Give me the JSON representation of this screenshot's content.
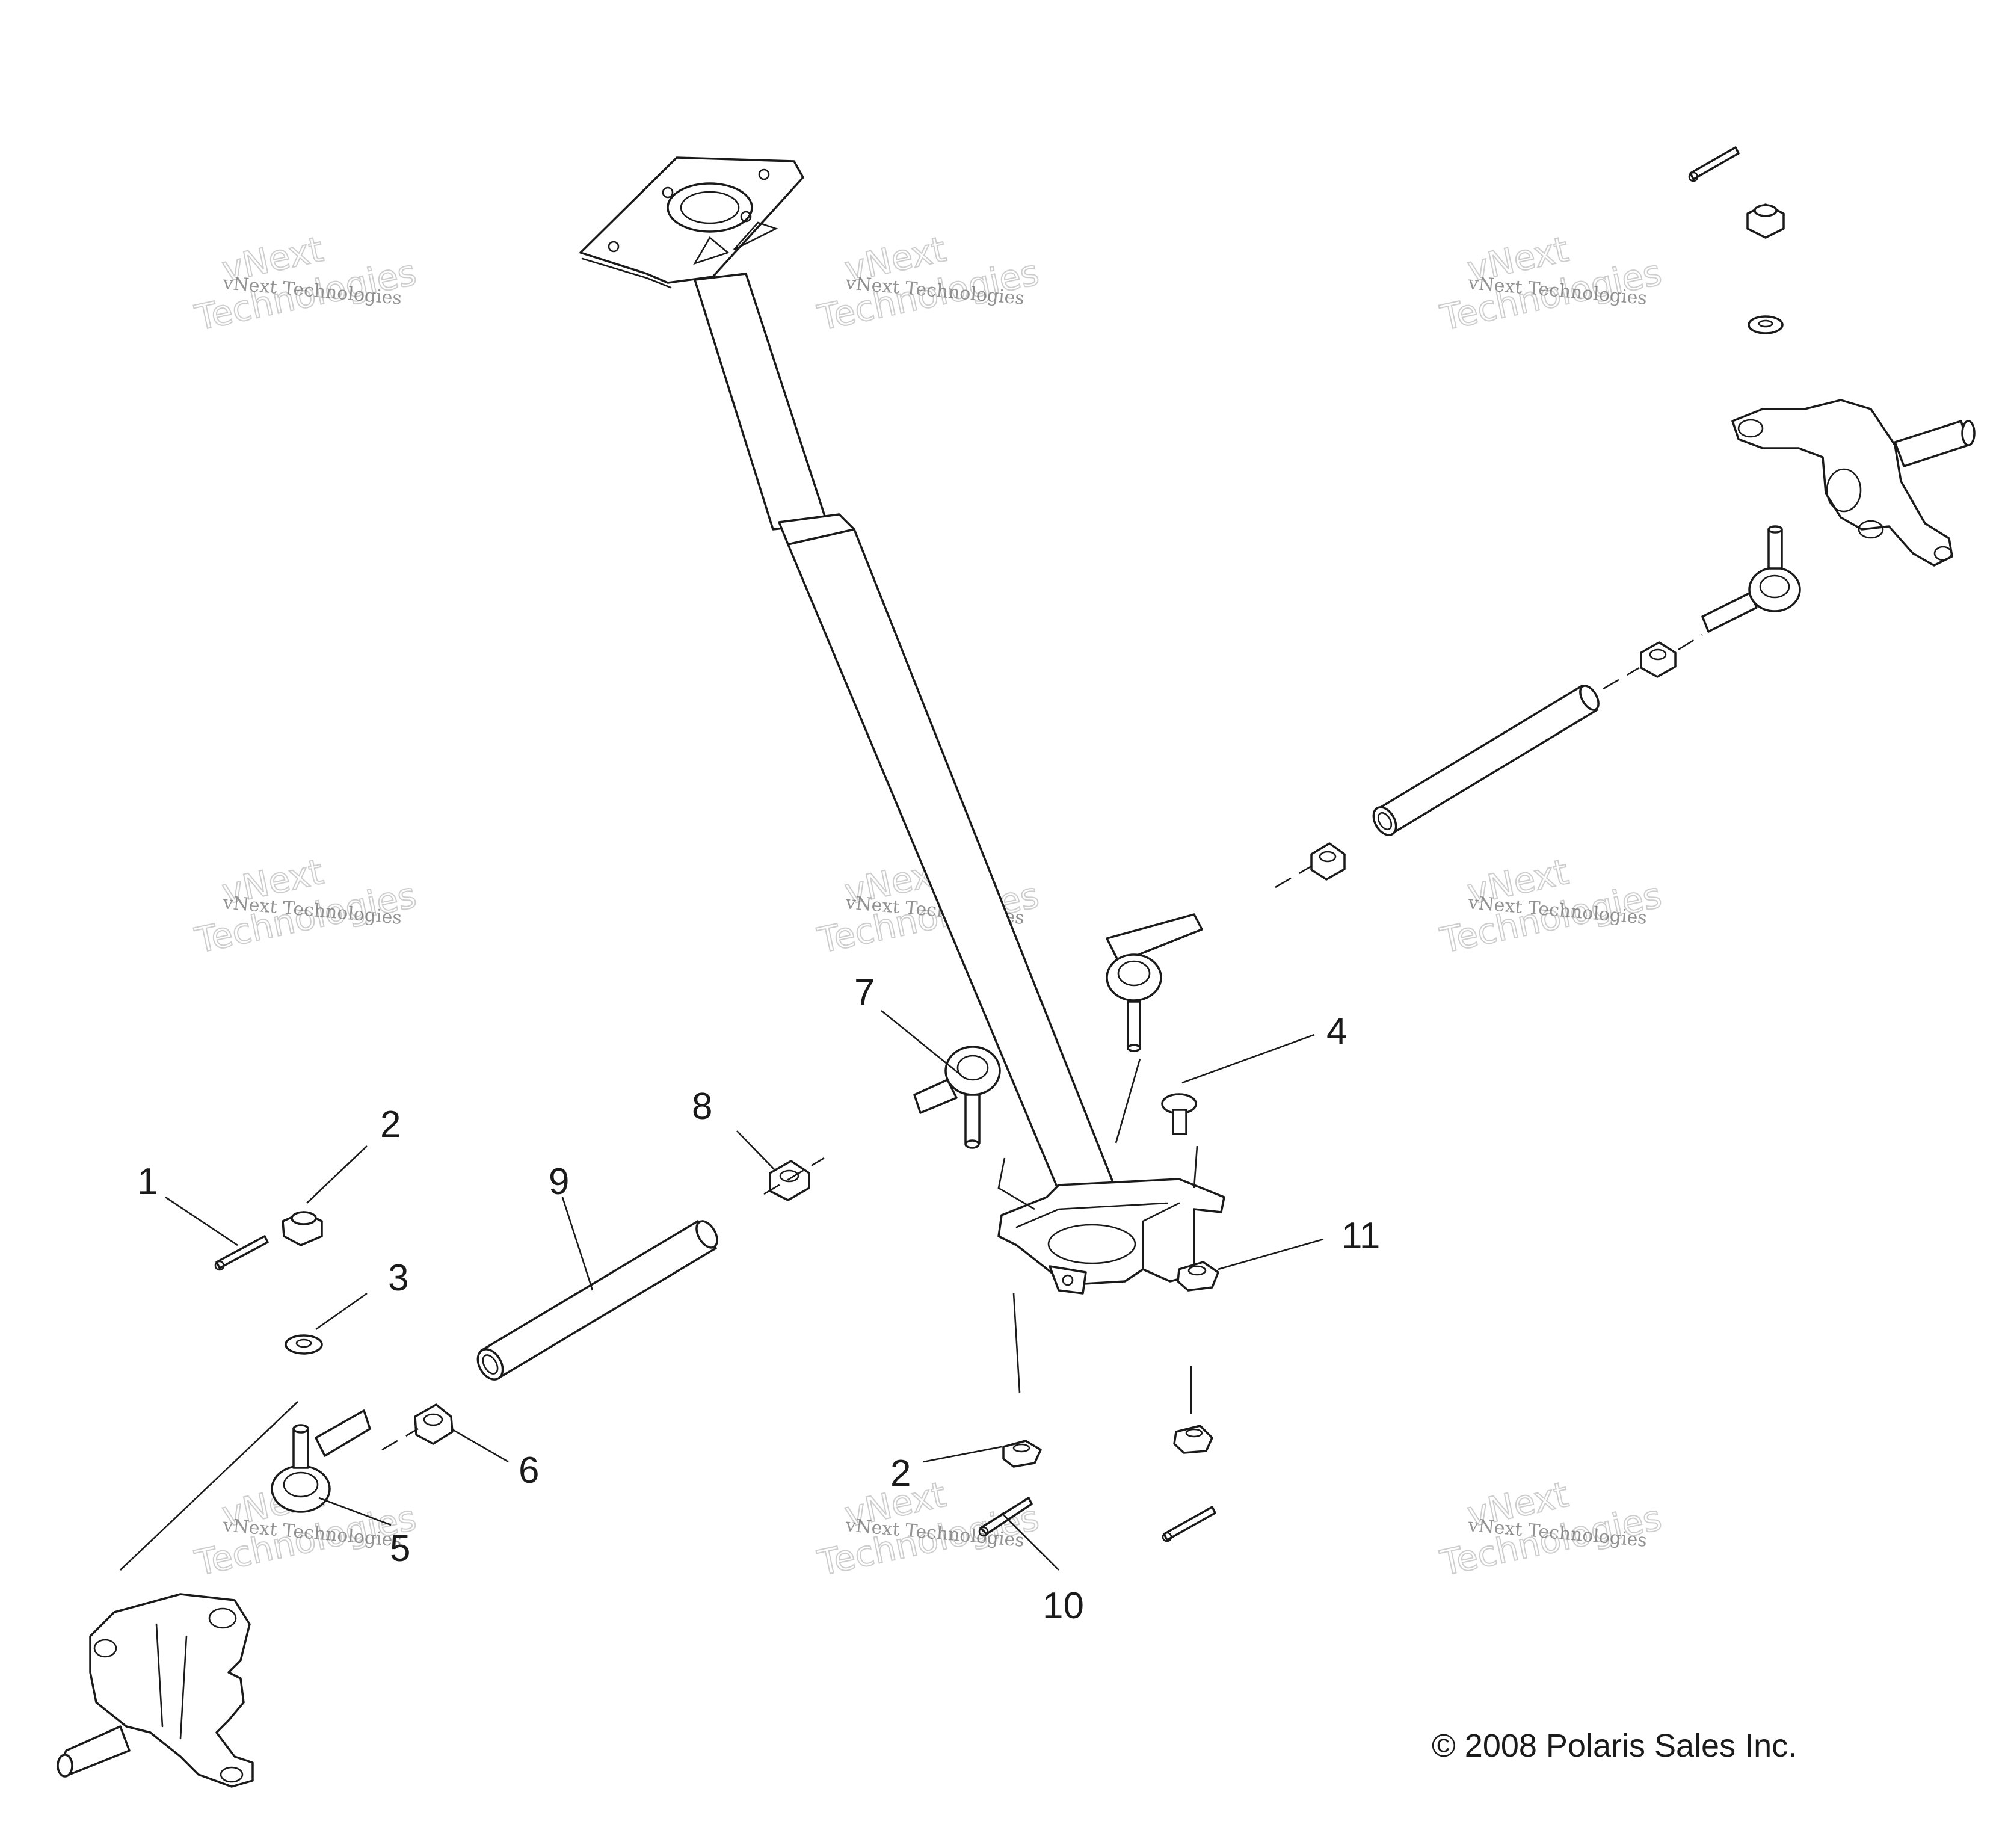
{
  "callouts": [
    {
      "id": "c1",
      "label": "1"
    },
    {
      "id": "c2a",
      "label": "2"
    },
    {
      "id": "c3",
      "label": "3"
    },
    {
      "id": "c9",
      "label": "9"
    },
    {
      "id": "c8",
      "label": "8"
    },
    {
      "id": "c7",
      "label": "7"
    },
    {
      "id": "c4",
      "label": "4"
    },
    {
      "id": "c11",
      "label": "11"
    },
    {
      "id": "c6",
      "label": "6"
    },
    {
      "id": "c5",
      "label": "5"
    },
    {
      "id": "c2b",
      "label": "2"
    },
    {
      "id": "c10",
      "label": "10"
    }
  ],
  "copyright": "© 2008 Polaris Sales Inc.",
  "watermark": {
    "line1": "vNext Technologies",
    "big_top": "vNext",
    "big_bottom": "Technologies"
  }
}
